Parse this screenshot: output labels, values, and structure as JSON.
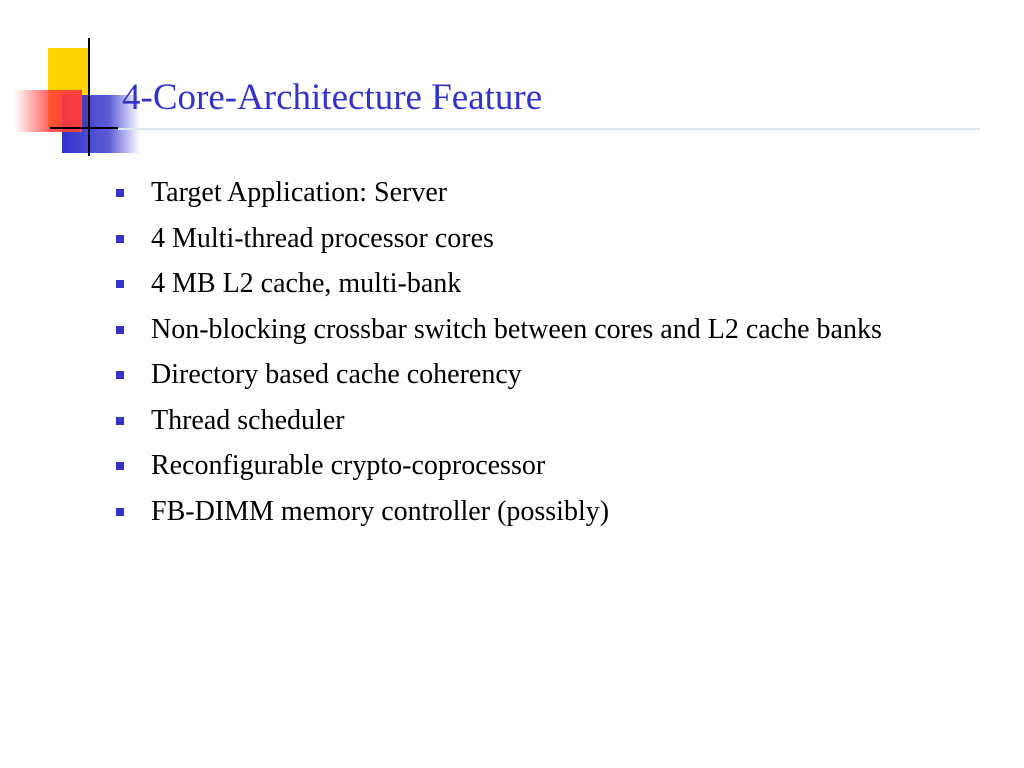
{
  "slide": {
    "title": "4-Core-Architecture Feature",
    "bullets": [
      "Target Application:  Server",
      "4 Multi-thread processor cores",
      "4 MB L2 cache, multi-bank",
      "Non-blocking crossbar switch between cores and L2 cache banks",
      "Directory based cache coherency",
      "Thread scheduler",
      "Reconfigurable crypto-coprocessor",
      "FB-DIMM memory controller (possibly)"
    ]
  },
  "colors": {
    "title": "#3333cc",
    "bullet_marker": "#3333cc",
    "rule": "#dde6ec",
    "deco_yellow": "#ffd400",
    "deco_blue": "#3333cc",
    "deco_red": "#ff3b3b"
  }
}
